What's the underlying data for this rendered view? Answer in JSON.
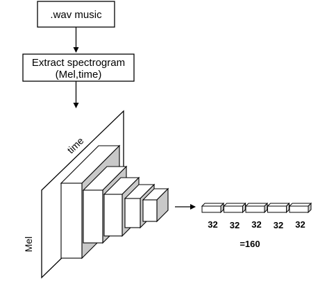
{
  "diagram": {
    "input_box": {
      "label": ".wav music"
    },
    "extract_box": {
      "line1": "Extract spectrogram",
      "line2": "(Mel,time)"
    },
    "spectrogram": {
      "time_label": "time",
      "mel_label": "Mel"
    },
    "feature_vector": {
      "segments": [
        "32",
        "32",
        "32",
        "32",
        "32"
      ],
      "total": "=160"
    }
  }
}
